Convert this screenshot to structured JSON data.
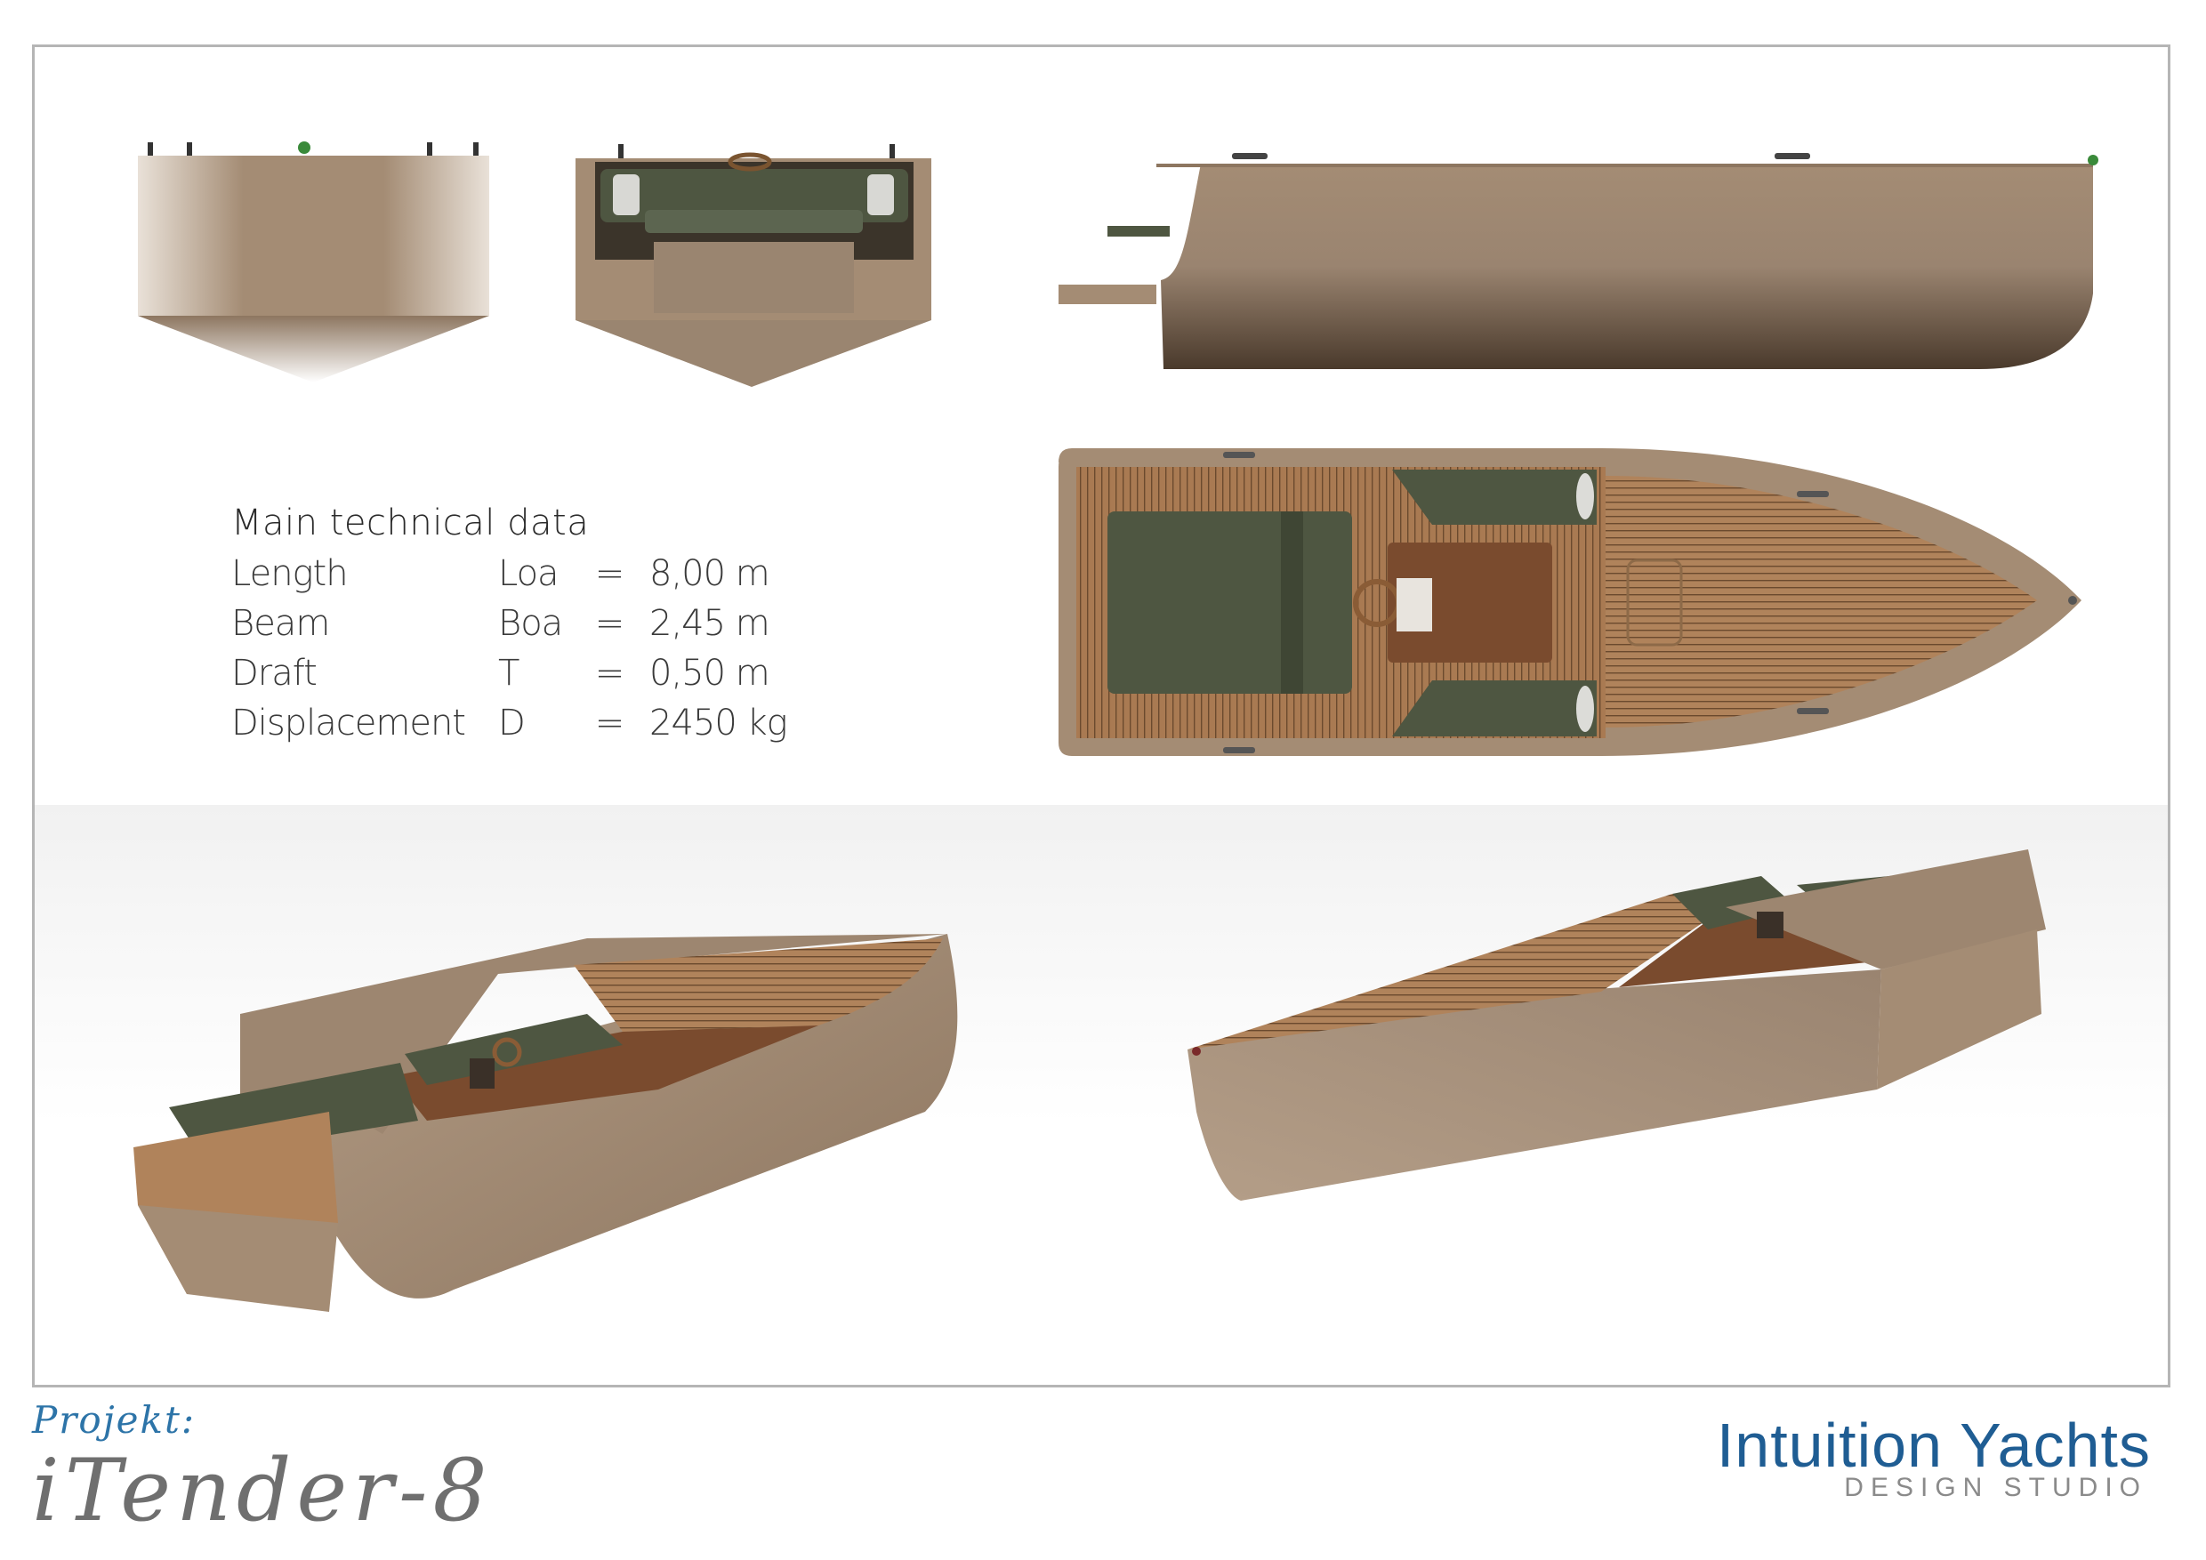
{
  "colors": {
    "hull": "#a48c74",
    "hull_dark": "#5a4838",
    "deck_teak": "#b0835b",
    "cushion_green": "#4e5641",
    "frame": "#b5b5b5",
    "brand_blue": "#1f5d93",
    "project_blue": "#2d74a8"
  },
  "views": {
    "front": "boat-front-view",
    "rear": "boat-rear-view",
    "side": "boat-side-view",
    "top": "boat-top-view",
    "perspective_left": "boat-perspective-stern-view",
    "perspective_right": "boat-perspective-bow-view"
  },
  "technical_data": {
    "title": "Main technical data",
    "rows": [
      {
        "name": "Length",
        "symbol": "Loa",
        "eq": "=",
        "value": "8,00 m"
      },
      {
        "name": "Beam",
        "symbol": "Boa",
        "eq": "=",
        "value": "2,45 m"
      },
      {
        "name": "Draft",
        "symbol": "T",
        "eq": "=",
        "value": "0,50 m"
      },
      {
        "name": "Displacement",
        "symbol": "D",
        "eq": "=",
        "value": "2450 kg"
      }
    ]
  },
  "project": {
    "label": "Projekt:",
    "name": "iTender-8"
  },
  "brand": {
    "name": "Intuition Yachts",
    "subtitle": "DESIGN STUDIO"
  }
}
